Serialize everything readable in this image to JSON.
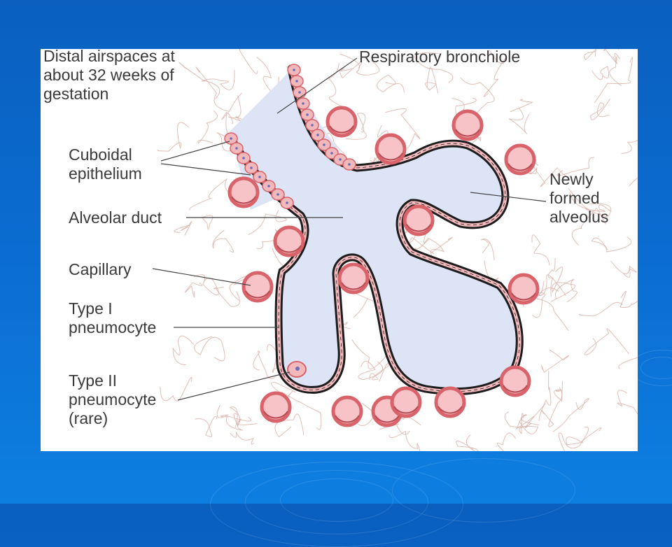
{
  "diagram": {
    "title": "Distal airspaces at\nabout 32 weeks of\ngestation",
    "labels": {
      "respiratory_bronchiole": "Respiratory bronchiole",
      "cuboidal_epithelium": "Cuboidal\nepithelium",
      "alveolar_duct": "Alveolar duct",
      "capillary": "Capillary",
      "type_i_pneumocyte": "Type I\npneumocyte",
      "type_ii_pneumocyte": "Type II\npneumocyte\n(rare)",
      "newly_formed_alveolus": "Newly\nformed\nalveolus"
    }
  },
  "colors": {
    "slide_background": "#0a64c8",
    "panel": "#ffffff",
    "airspace": "#dde4f6",
    "wall": "#1c1c1c",
    "epithelium": "#f2b9bd",
    "capillary_fill": "#f7c3c6",
    "capillary_ring": "#d9636a",
    "nucleus": "#6b6bb8",
    "connective_fibers": "#d6a9a0",
    "leader_line": "#444444",
    "label_text": "#3a3a3a"
  }
}
